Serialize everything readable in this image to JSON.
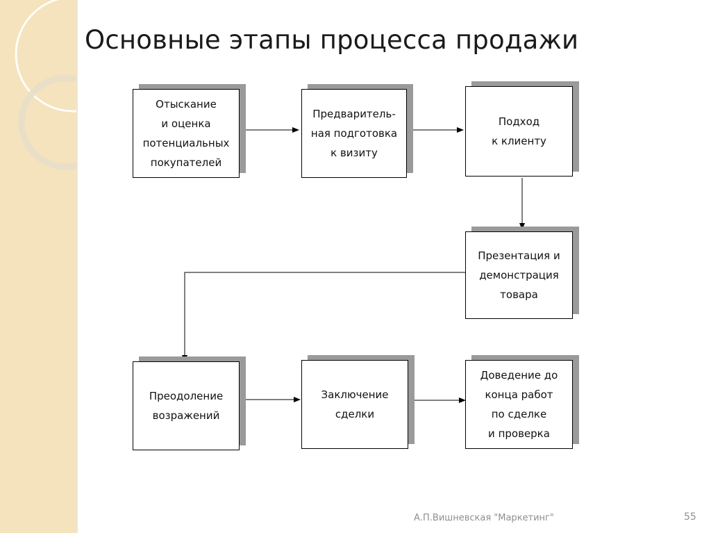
{
  "slide": {
    "title": "Основные этапы процесса продажи",
    "footer_author": "А.П.Вишневская \"Маркетинг\"",
    "page_number": "55"
  },
  "steps": [
    {
      "id": "step-1",
      "label": "Отыскание\nи оценка\nпотенциальных\nпокупателей"
    },
    {
      "id": "step-2",
      "label": "Предваритель-\nная подготовка\nк визиту"
    },
    {
      "id": "step-3",
      "label": "Подход\nк клиенту"
    },
    {
      "id": "step-4",
      "label": "Презентация и\nдемонстрация\nтовара"
    },
    {
      "id": "step-5",
      "label": "Преодоление\nвозражений"
    },
    {
      "id": "step-6",
      "label": "Заключение\nсделки"
    },
    {
      "id": "step-7",
      "label": "Доведение до\nконца работ\nпо сделке\nи проверка"
    }
  ],
  "flow": [
    [
      "step-1",
      "step-2"
    ],
    [
      "step-2",
      "step-3"
    ],
    [
      "step-3",
      "step-4"
    ],
    [
      "step-4",
      "step-5"
    ],
    [
      "step-5",
      "step-6"
    ],
    [
      "step-6",
      "step-7"
    ]
  ],
  "colors": {
    "background": "#ffffff",
    "side_panel": "#f4e3bd",
    "box_border": "#000000",
    "box_shadow": "#9a9a9a",
    "footer_text": "#8f8f8f"
  }
}
